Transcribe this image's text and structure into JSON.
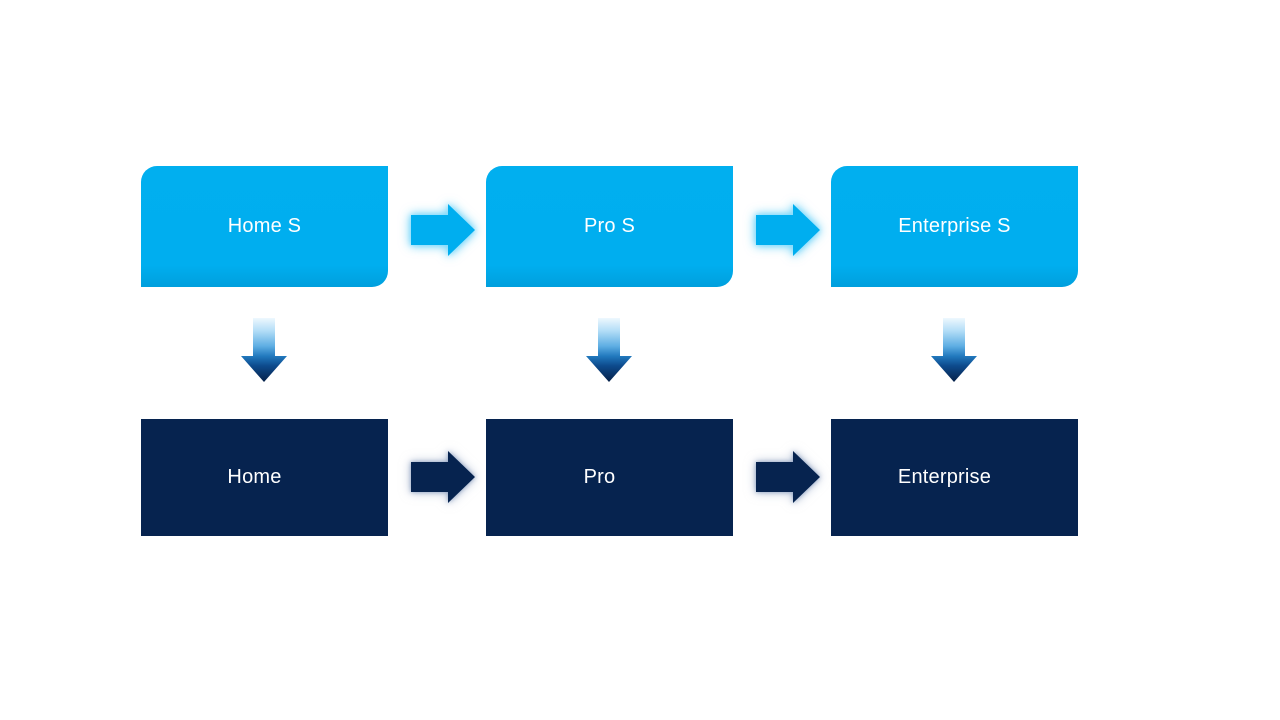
{
  "diagram": {
    "title": "product-edition-process",
    "columns": [
      {
        "top": {
          "label": "Home S"
        },
        "bottom": {
          "label": "Home"
        }
      },
      {
        "top": {
          "label": "Pro S"
        },
        "bottom": {
          "label": "Pro"
        }
      },
      {
        "top": {
          "label": "Enterprise S"
        },
        "bottom": {
          "label": "Enterprise"
        }
      }
    ],
    "connectors": {
      "top_row_arrows": 2,
      "bottom_row_arrows": 2,
      "down_arrows": 3
    },
    "colors": {
      "background": "#FFFFFF",
      "top_box": "#00AEEF",
      "bottom_box": "#06234F",
      "text": "#FFFFFF",
      "light_arrow": "#00AEEF",
      "light_arrow_glow": "#8FE0FF",
      "dark_arrow": "#06234F",
      "dark_arrow_glow": "#889CBE",
      "down_arrow_gradient_top": "#EEF8FE",
      "down_arrow_gradient_bottom": "#062048"
    }
  }
}
